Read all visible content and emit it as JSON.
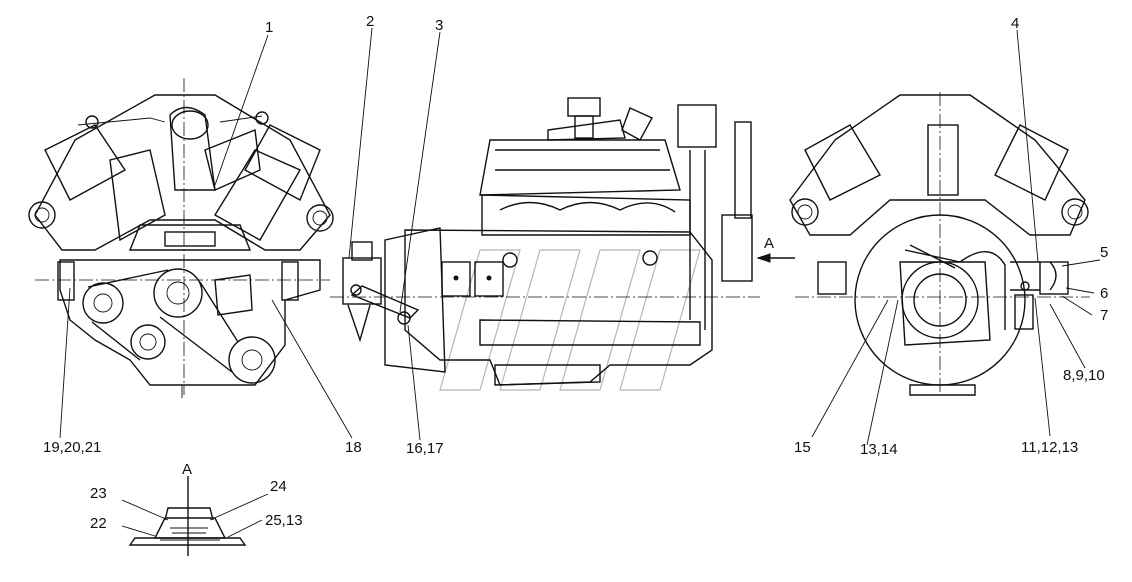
{
  "callouts": {
    "c1": "1",
    "c2": "2",
    "c3": "3",
    "c4": "4",
    "c5": "5",
    "c6": "6",
    "c7": "7",
    "c8_9_10": "8,9,10",
    "c11_12_13": "11,12,13",
    "c13_14": "13,14",
    "c15": "15",
    "c16_17": "16,17",
    "c18": "18",
    "c19_20_21": "19,20,21",
    "c22": "22",
    "c23": "23",
    "c24": "24",
    "c25_13": "25,13"
  },
  "view_marks": {
    "arrow_label": "A",
    "detail_title": "A"
  }
}
